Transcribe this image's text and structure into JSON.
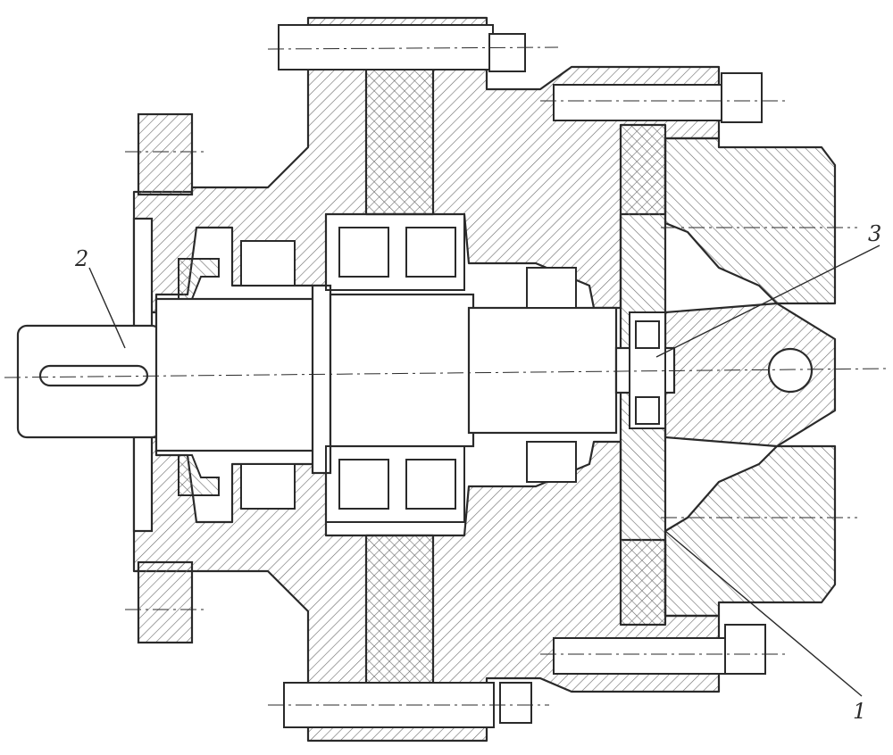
{
  "diagram": {
    "callouts": [
      {
        "id": "part-1",
        "label": "1"
      },
      {
        "id": "part-2",
        "label": "2"
      },
      {
        "id": "part-3",
        "label": "3"
      }
    ],
    "colors": {
      "ink": "#2a2a2a",
      "hatch": "#6a6a6a",
      "paper": "#ffffff"
    }
  }
}
